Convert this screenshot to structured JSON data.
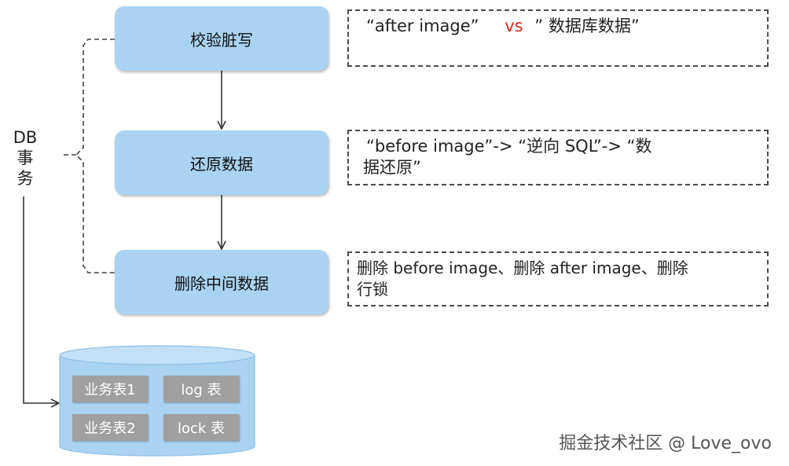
{
  "steps": [
    {
      "label": "校验脏写"
    },
    {
      "label": "还原数据"
    },
    {
      "label": "删除中间数据"
    }
  ],
  "notes": {
    "check": {
      "part1": "“after  image”",
      "vs": "vs",
      "part2": "” 数据库数据”"
    },
    "restore": {
      "line1": "“before image”-> “逆向 SQL”-> “数",
      "line2": "据还原”"
    },
    "delete": {
      "line1": "删除 before image、删除 after image、删除",
      "line2": "行锁"
    }
  },
  "db_transaction": {
    "lines": [
      "DB",
      "事",
      "务"
    ]
  },
  "database": {
    "tables": [
      "业务表1",
      "log 表",
      "业务表2",
      "lock 表"
    ]
  },
  "watermark": "掘金技术社区 @ Love_ovo",
  "colors": {
    "step_fill": "#a9d3f1",
    "db_fill": "#a9d3f1",
    "table_fill": "#a0a0a0",
    "vs_accent": "#d62a1e"
  }
}
